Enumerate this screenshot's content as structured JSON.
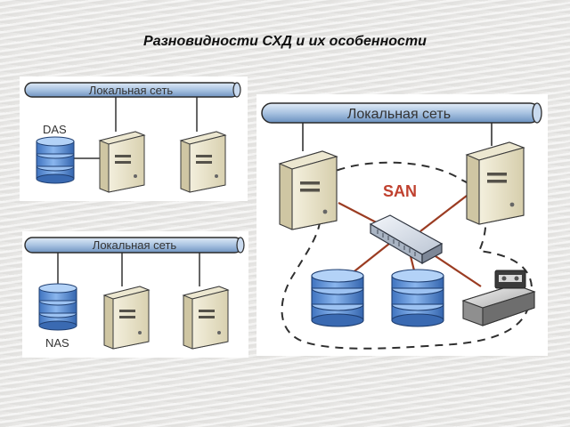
{
  "page": {
    "title": "Разновидности СХД и их особенности"
  },
  "das": {
    "network_label": "Локальная сеть",
    "storage_label": "DAS"
  },
  "nas": {
    "network_label": "Локальная сеть",
    "storage_label": "NAS"
  },
  "san": {
    "network_label": "Локальная сеть",
    "fabric_label": "SAN"
  },
  "colors": {
    "bus_fill": "#b8cfe6",
    "disk_blue": "#5b8fd6",
    "server_beige": "#e7e1c7",
    "san_link": "#9b3c22",
    "san_label": "#c0412f"
  }
}
